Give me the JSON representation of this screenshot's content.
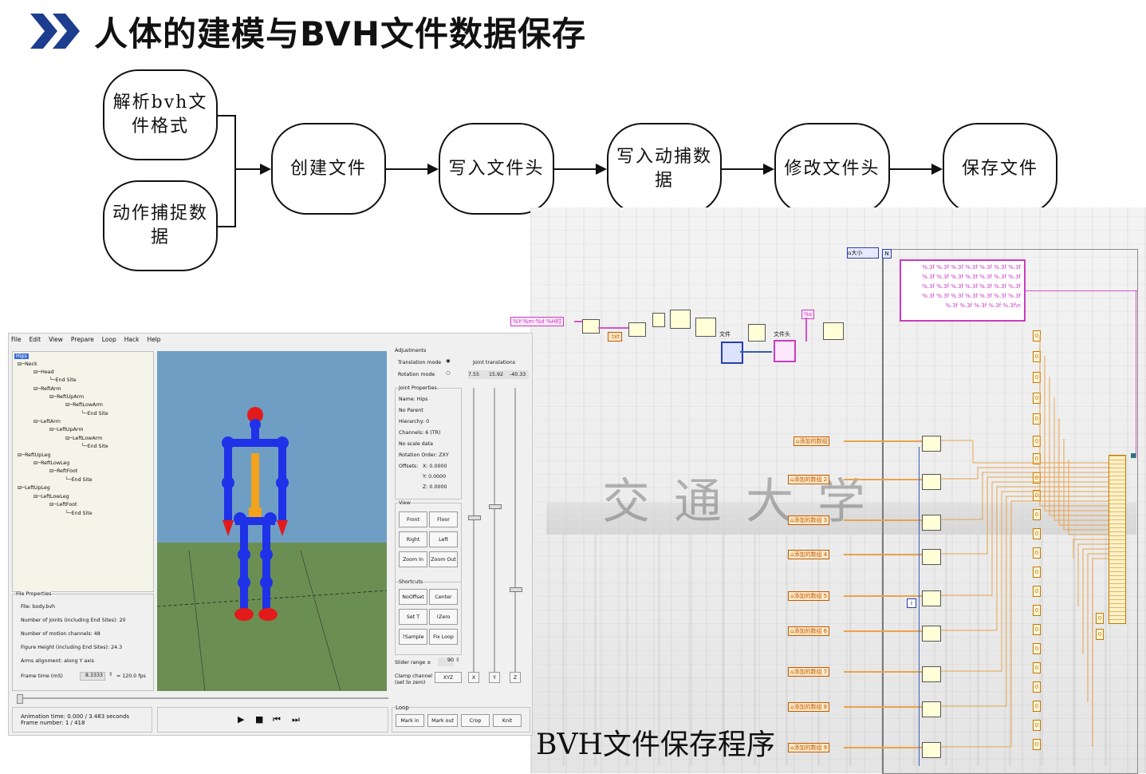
{
  "slide": {
    "title": "人体的建模与BVH文件数据保存",
    "caption": "BVH文件保存程序"
  },
  "flow": {
    "inputs": [
      "解析bvh文件格式",
      "动作捕捉数据"
    ],
    "steps": [
      "创建文件",
      "写入文件头",
      "写入动捕数据",
      "修改文件头",
      "保存文件"
    ]
  },
  "app": {
    "menu": [
      "File",
      "Edit",
      "View",
      "Prepare",
      "Loop",
      "Hack",
      "Help"
    ],
    "tree": [
      "Hips",
      "Neck",
      "Head",
      "End Site",
      "ReftArm",
      "ReftUpArm",
      "ReftLowArm",
      "End Site",
      "LeftArm",
      "LeftUpArm",
      "LeftLowArm",
      "End Site",
      "ReftUpLeg",
      "ReftLowLeg",
      "ReftFoot",
      "End Site",
      "LeftUpLeg",
      "LeftLowLeg",
      "LeftFoot",
      "End Site"
    ],
    "file_properties": {
      "heading": "File Properties",
      "file": "File: body.bvh",
      "joints": "Number of joints (including End Sites): 20",
      "channels": "Number of motion channels: 48",
      "figure_height": "Figure Height (including End Sites): 24.3",
      "arms": "Arms alignment: along Y axis",
      "frame_time_label": "Frame time (mS)",
      "frame_time_value": "8.3333",
      "fps": "= 120.0 fps"
    },
    "adjustments": {
      "heading": "Adjustments",
      "translation_mode": "Translation mode",
      "rotation_mode": "Rotation mode",
      "joint_translations": "Joint translations",
      "tx": "7.55",
      "ty": "15.92",
      "tz": "-40.33"
    },
    "joint_properties": {
      "heading": "Joint Properties",
      "name": "Name: Hips",
      "parent": "No Parent",
      "hierarchy": "Hierarchy: 0",
      "channels": "Channels: 6 (TR)",
      "scale": "No scale data",
      "rotation_order": "Rotation Order: ZXY",
      "offsets_label": "Offsets:",
      "ox": "X:  0.0000",
      "oy": "Y:  0.0000",
      "oz": "Z:  0.0000"
    },
    "view": {
      "heading": "View",
      "buttons": [
        "Front",
        "Floor",
        "Right",
        "Left",
        "Zoom In",
        "Zoom Out"
      ]
    },
    "shortcuts": {
      "heading": "Shortcuts",
      "buttons": [
        "NoOffset",
        "Center",
        "Set T",
        "!Zero",
        "?Sample",
        "Fix Loop"
      ]
    },
    "slider_range_label": "Slider range ±",
    "slider_range_value": "90",
    "clamp_label_1": "Clamp channel",
    "clamp_label_2": "(set to zero)",
    "clamp_buttons": [
      "XYZ",
      "X",
      "Y",
      "Z"
    ],
    "animation_time": "Animation time: 0.000 / 3.483 seconds",
    "frame_number": "Frame number: 1 / 418",
    "loop": {
      "heading": "Loop",
      "buttons": [
        "Mark in",
        "Mark out",
        "Crop",
        "Knit"
      ]
    }
  },
  "labview": {
    "size_label": "大小",
    "format_const": "%Y-%m-%d %H时",
    "txt_const": ".txt",
    "file_label": "文件",
    "header_label": "文件头",
    "fmt_lines": [
      "%.3f %.3f %.3f %.3f %.3f %.3f %.3f",
      "%.3f %.3f %.3f %.3f %.3f %.3f %.3f",
      "%.3f %.3f %.3f %.3f %.3f %.3f %.3f",
      "%.3f %.3f %.3f %.3f %.3f %.3f %.3f",
      "%.3f %.3f %.3f %.3f %.3f\\n"
    ],
    "data_inputs": [
      "添加的数组",
      "添加的数组 2",
      "添加的数组 3",
      "添加的数组 4",
      "添加的数组 5",
      "添加的数组 6",
      "添加的数组 7",
      "添加的数组 8",
      "添加的数组 9"
    ],
    "zero": "0",
    "index": "i"
  }
}
